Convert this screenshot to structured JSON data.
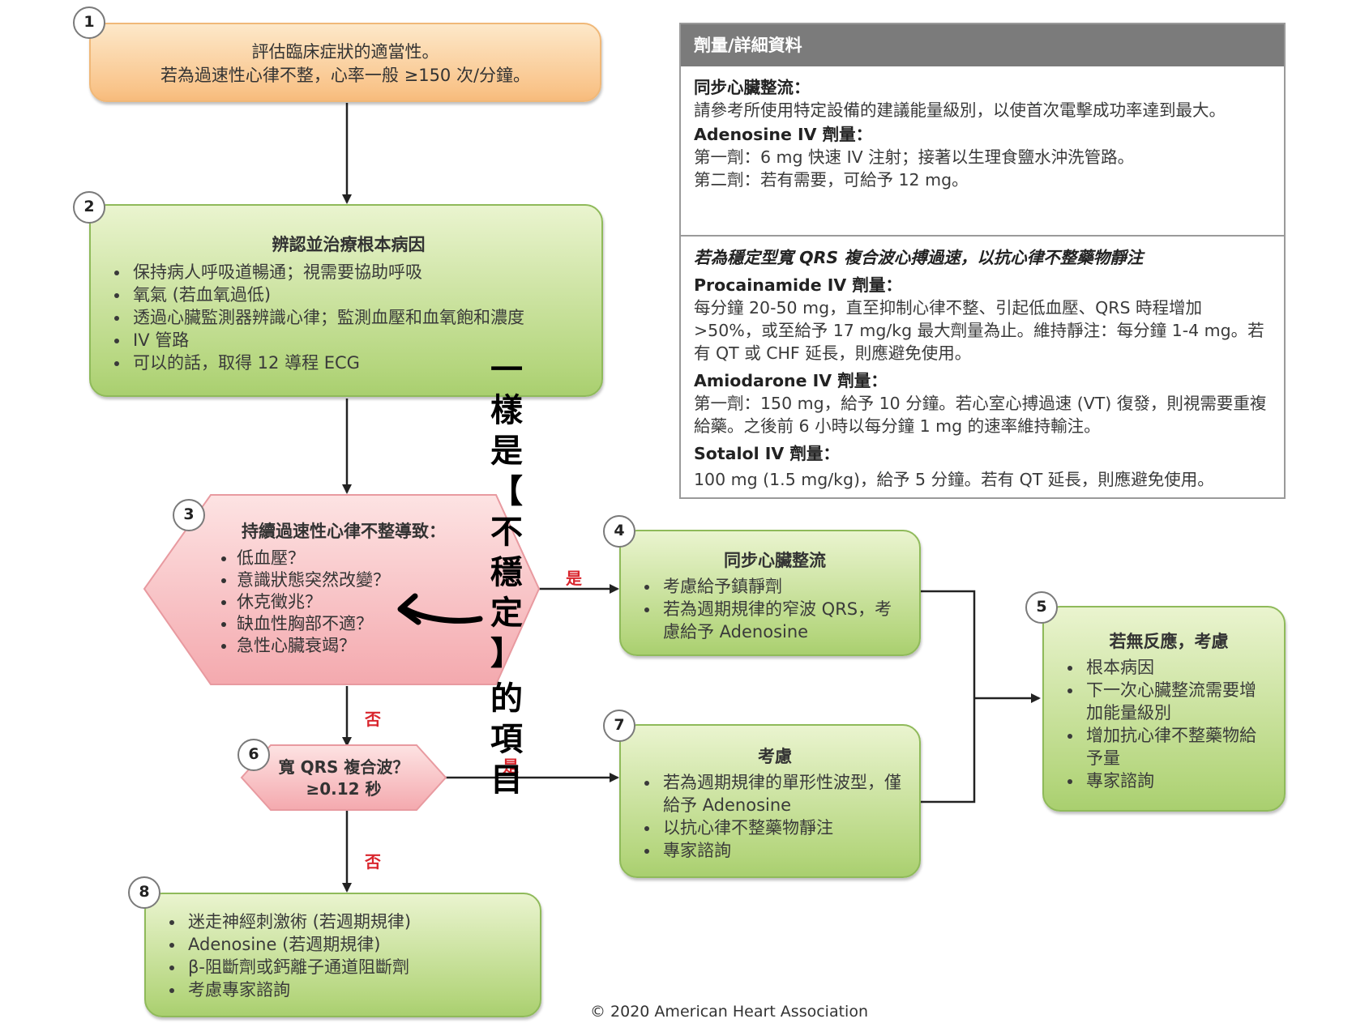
{
  "step_numbers": [
    "1",
    "2",
    "3",
    "4",
    "5",
    "6",
    "7",
    "8"
  ],
  "box1": {
    "lines": [
      "評估臨床症狀的適當性。",
      "若為過速性心律不整，心率一般 ≥150 次/分鐘。"
    ]
  },
  "box2": {
    "title": "辨認並治療根本病因",
    "items": [
      "保持病人呼吸道暢通；視需要協助呼吸",
      "氧氣 (若血氧過低)",
      "透過心臟監測器辨識心律；監測血壓和血氧飽和濃度",
      "IV 管路",
      "可以的話，取得 12 導程 ECG"
    ]
  },
  "box3": {
    "title": "持續過速性心律不整導致：",
    "items": [
      "低血壓？",
      "意識狀態突然改變？",
      "休克徵兆？",
      "缺血性胸部不適？",
      "急性心臟衰竭？"
    ]
  },
  "box4": {
    "title": "同步心臟整流",
    "items": [
      "考慮給予鎮靜劑",
      "若為週期規律的窄波 QRS，考慮給予 Adenosine"
    ]
  },
  "box5": {
    "title": "若無反應，考慮",
    "items": [
      "根本病因",
      "下一次心臟整流需要增加能量級別",
      "增加抗心律不整藥物給予量",
      "專家諮詢"
    ]
  },
  "box6": {
    "lines": [
      "寬 QRS 複合波？",
      "≥0.12 秒"
    ]
  },
  "box7": {
    "title": "考慮",
    "items": [
      "若為週期規律的單形性波型，僅給予 Adenosine",
      "以抗心律不整藥物靜注",
      "專家諮詢"
    ]
  },
  "box8": {
    "items": [
      "迷走神經刺激術 (若週期規律)",
      "Adenosine (若週期規律)",
      "β-阻斷劑或鈣離子通道阻斷劑",
      "考慮專家諮詢"
    ]
  },
  "labels": {
    "yes3": "是",
    "no3": "否",
    "yes6": "是",
    "no6": "否"
  },
  "panel": {
    "header": "劑量/詳細資料",
    "sec1": {
      "h1": "同步心臟整流：",
      "t1": "請參考所使用特定設備的建議能量級別，以使首次電擊成功率達到最大。",
      "h2": "Adenosine IV 劑量：",
      "t2a": "第一劑：6 mg 快速 IV 注射；接著以生理食鹽水沖洗管路。",
      "t2b": "第二劑：若有需要，可給予 12 mg。"
    },
    "sec2": {
      "h0": "若為穩定型寬 QRS 複合波心搏過速，以抗心律不整藥物靜注",
      "h1": "Procainamide IV 劑量：",
      "t1": "每分鐘 20-50 mg，直至抑制心律不整、引起低血壓、QRS 時程增加 >50%，或至給予 17 mg/kg 最大劑量為止。維持靜注：每分鐘 1-4 mg。若有 QT 或 CHF 延長，則應避免使用。",
      "h2": "Amiodarone IV 劑量：",
      "t2": "第一劑：150 mg，給予 10 分鐘。若心室心搏過速 (VT) 復發，則視需要重複給藥。之後前 6 小時以每分鐘 1 mg 的速率維持輸注。",
      "h3": "Sotalol IV 劑量：",
      "t3": "100 mg (1.5 mg/kg)，給予 5 分鐘。若有 QT 延長，則應避免使用。"
    }
  },
  "note": [
    "一",
    "樣",
    "是",
    "【",
    "不",
    "穩",
    "定",
    "】",
    "的",
    "項",
    "目"
  ],
  "copyright": "© 2020 American Heart Association",
  "colors": {
    "green": "#b5d67e",
    "orange": "#f9c48a",
    "pink": "#f7c2c4",
    "red_label": "#d9262e",
    "panel_header": "#7b7b7b"
  }
}
